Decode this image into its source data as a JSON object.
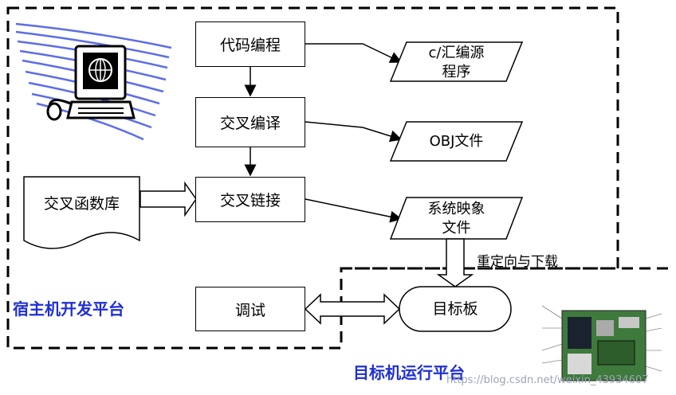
{
  "process_boxes": {
    "coding": "代码编程",
    "compile": "交叉编译",
    "link": "交叉链接",
    "debug": "调试"
  },
  "outputs": {
    "source": [
      "c/汇编源",
      "程序"
    ],
    "obj": "OBJ文件",
    "image": [
      "系统映象",
      "文件"
    ]
  },
  "library": "交叉函数库",
  "target_board": "目标板",
  "relocate_download": "重定向与下载",
  "host_platform": "宿主机开发平台",
  "target_platform": "目标机运行平台",
  "watermark": "https://blog.csdn.net/weixin_43934607",
  "colors": {
    "label_blue": "#1f2fd6",
    "stripes": "#5b6ee8",
    "board_green": "#3e7a3c"
  }
}
